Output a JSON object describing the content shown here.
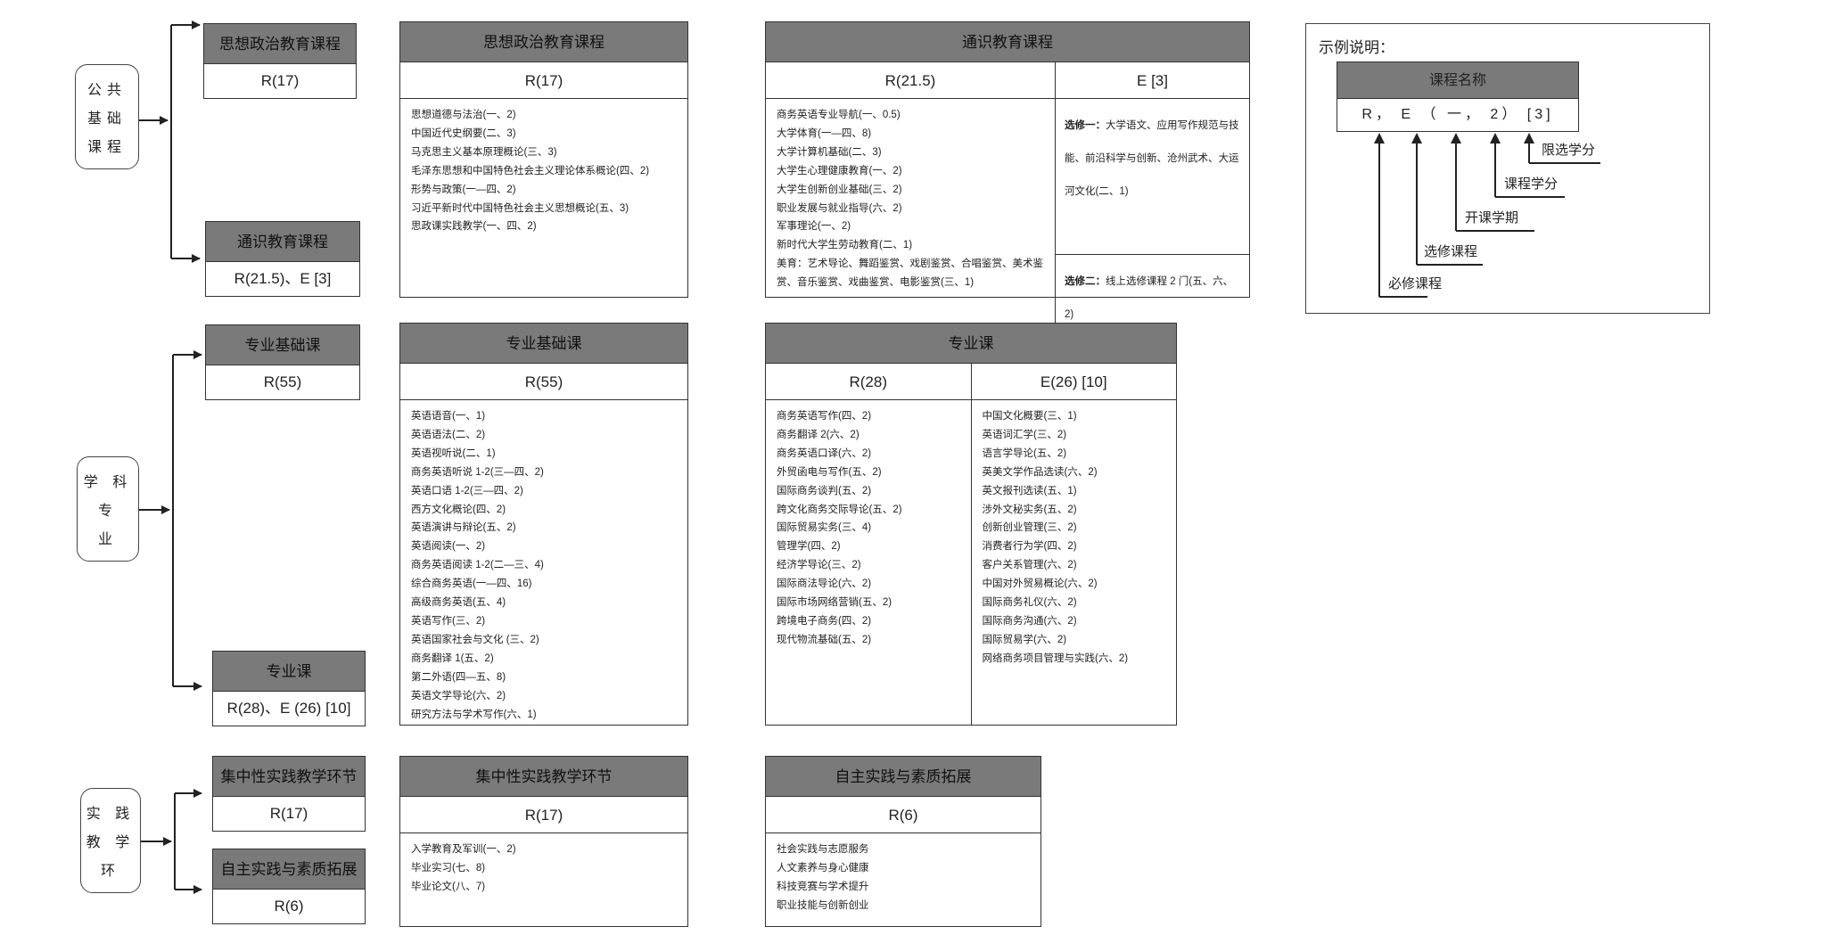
{
  "public": {
    "category": [
      "公共",
      "基础",
      "课程"
    ],
    "ideology": {
      "name": "思想政治教育课程",
      "value": "R(17)",
      "detail_title": "思想政治教育课程",
      "detail_value": "R(17)",
      "items": [
        "思想道德与法治(一、2)",
        "中国近代史纲要(二、3)",
        "马克思主义基本原理概论(三、3)",
        "毛泽东思想和中国特色社会主义理论体系概论(四、2)",
        "形势与政策(一—四、2)",
        "习近平新时代中国特色社会主义思想概论(五、3)",
        "思政课实践教学(一、四、2)"
      ]
    },
    "general": {
      "name": "通识教育课程",
      "value": "R(21.5)、E [3]",
      "detail_title": "通识教育课程",
      "required_header": "R(21.5)",
      "elective_header": "E [3]",
      "required_items": [
        "商务英语专业导航(一、0.5)",
        "大学体育(一—四、8)",
        "大学计算机基础(二、3)",
        "大学生心理健康教育(一、2)",
        "大学生创新创业基础(三、2)",
        "职业发展与就业指导(六、2)",
        "军事理论(一、2)",
        "新时代大学生劳动教育(二、1)",
        "美育：艺术导论、舞蹈鉴赏、戏剧鉴赏、合唱鉴赏、美术鉴赏、音乐鉴赏、戏曲鉴赏、电影鉴赏(三、1)"
      ],
      "elective1_label": "选修一：",
      "elective1_text": "大学语文、应用写作规范与技能、前沿科学与创新、沧州武术、大运河文化(二、1)",
      "elective2_label": "选修二：",
      "elective2_text": "线上选修课程 2 门(五、六、2)"
    }
  },
  "discipline": {
    "category": [
      "学 科",
      "专",
      "业"
    ],
    "basic": {
      "name": "专业基础课",
      "value": "R(55)",
      "detail_title": "专业基础课",
      "detail_value": "R(55)",
      "items": [
        "英语语音(一、1)",
        "英语语法(二、2)",
        "英语视听说(二、1)",
        "商务英语听说 1-2(三—四、2)",
        "英语口语 1-2(三—四、2)",
        "西方文化概论(四、2)",
        "英语演讲与辩论(五、2)",
        "英语阅读(一、2)",
        "商务英语阅读 1-2(二—三、4)",
        "综合商务英语(一—四、16)",
        "高级商务英语(五、4)",
        "英语写作(三、2)",
        "英语国家社会与文化 (三、2)",
        "商务翻译 1(五、2)",
        "第二外语(四—五、8)",
        "英语文学导论(六、2)",
        "研究方法与学术写作(六、1)"
      ]
    },
    "major": {
      "name": "专业课",
      "value": "R(28)、E (26) [10]",
      "detail_title": "专业课",
      "required_header": "R(28)",
      "elective_header": "E(26) [10]",
      "required_items": [
        "商务英语写作(四、2)",
        "商务翻译 2(六、2)",
        "商务英语口译(六、2)",
        "外贸函电与写作(五、2)",
        "国际商务谈判(五、2)",
        "跨文化商务交际导论(五、2)",
        "国际贸易实务(三、4)",
        "管理学(四、2)",
        "经济学导论(三、2)",
        "国际商法导论(六、2)",
        "国际市场网络营销(五、2)",
        "跨境电子商务(四、2)",
        "现代物流基础(五、2)"
      ],
      "elective_items": [
        "中国文化概要(三、1)",
        "英语词汇学(三、2)",
        "语言学导论(五、2)",
        "英美文学作品选读(六、2)",
        "英文报刊选读(五、1)",
        "涉外文秘实务(五、2)",
        "创新创业管理(三、2)",
        "消费者行为学(四、2)",
        "客户关系管理(六、2)",
        "中国对外贸易概论(六、2)",
        "国际商务礼仪(六、2)",
        "国际商务沟通(六、2)",
        "国际贸易学(六、2)",
        "网络商务项目管理与实践(六、2)"
      ]
    }
  },
  "practice": {
    "category": [
      "实 践",
      "教 学",
      "环"
    ],
    "concentrated": {
      "name": "集中性实践教学环节",
      "value": "R(17)",
      "detail_title": "集中性实践教学环节",
      "detail_value": "R(17)",
      "items": [
        "入学教育及军训(一、2)",
        "毕业实习(七、8)",
        "毕业论文(八、7)"
      ]
    },
    "autonomous": {
      "name": "自主实践与素质拓展",
      "value": "R(6)",
      "detail_title": "自主实践与素质拓展",
      "detail_value": "R(6)",
      "items": [
        "社会实践与志愿服务",
        "人文素养与身心健康",
        "科技竞赛与学术提升",
        "职业技能与创新创业"
      ]
    }
  },
  "legend": {
    "title": "示例说明：",
    "box_title": "课程名称",
    "box_value": "R，  E （ 一，  2） [3]",
    "labels": [
      "限选学分",
      "课程学分",
      "开课学期",
      "选修课程",
      "必修课程"
    ]
  },
  "colors": {
    "header_fill": "#7a7a7a",
    "line": "#333333"
  }
}
